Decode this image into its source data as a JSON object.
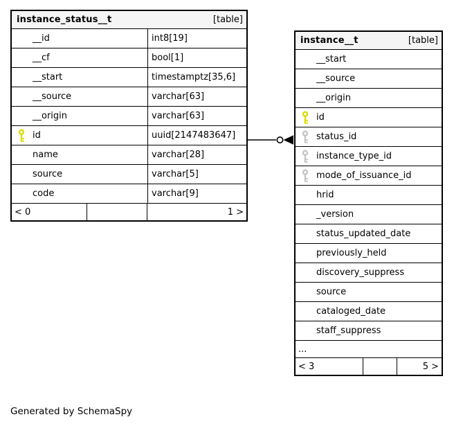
{
  "diagram": {
    "generator_note": "Generated by SchemaSpy",
    "colors": {
      "primary_key": "#dcdc00",
      "foreign_key": "#c4c4c4",
      "header_background": "#f5f5f5",
      "border": "#000000",
      "background": "#ffffff"
    },
    "relationship": {
      "from_table": "instance_status__t",
      "from_column": "id",
      "to_table": "instance__t",
      "to_column": "status_id",
      "end_glyph": "open-circle-filled-arrow"
    },
    "tables": [
      {
        "name": "instance_status__t",
        "tag": "[table]",
        "columns": [
          {
            "name": "__id",
            "type": "int8[19]"
          },
          {
            "name": "__cf",
            "type": "bool[1]"
          },
          {
            "name": "__start",
            "type": "timestamptz[35,6]"
          },
          {
            "name": "__source",
            "type": "varchar[63]"
          },
          {
            "name": "__origin",
            "type": "varchar[63]"
          },
          {
            "name": "id",
            "type": "uuid[2147483647]",
            "key": "primary"
          },
          {
            "name": "name",
            "type": "varchar[28]"
          },
          {
            "name": "source",
            "type": "varchar[5]"
          },
          {
            "name": "code",
            "type": "varchar[9]"
          }
        ],
        "footer": {
          "left": "< 0",
          "middle": "",
          "right": "1 >"
        }
      },
      {
        "name": "instance__t",
        "tag": "[table]",
        "columns": [
          {
            "name": "__start"
          },
          {
            "name": "__source"
          },
          {
            "name": "__origin"
          },
          {
            "name": "id",
            "key": "primary"
          },
          {
            "name": "status_id",
            "key": "foreign"
          },
          {
            "name": "instance_type_id",
            "key": "foreign"
          },
          {
            "name": "mode_of_issuance_id",
            "key": "foreign"
          },
          {
            "name": "hrid"
          },
          {
            "name": "_version"
          },
          {
            "name": "status_updated_date"
          },
          {
            "name": "previously_held"
          },
          {
            "name": "discovery_suppress"
          },
          {
            "name": "source"
          },
          {
            "name": "cataloged_date"
          },
          {
            "name": "staff_suppress"
          }
        ],
        "ellipsis": "...",
        "footer": {
          "left": "< 3",
          "middle": "",
          "right": "5 >"
        }
      }
    ]
  }
}
